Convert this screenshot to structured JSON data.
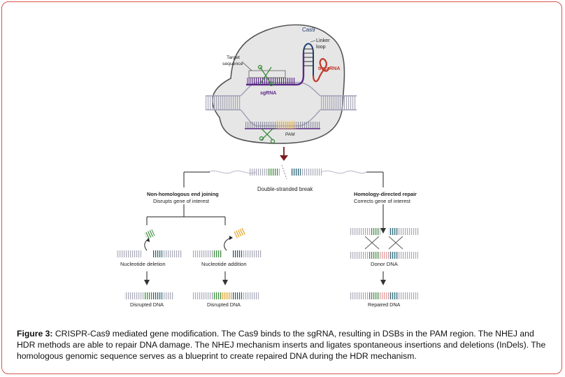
{
  "figure": {
    "labels": {
      "cas9": "Cas9",
      "linker_loop_line1": "Linker",
      "linker_loop_line2": "loop",
      "tracrrna": "tracrRNA",
      "target_sequence_line1": "Target",
      "target_sequence_line2": "sequence",
      "sgrna": "sgRNA",
      "pam": "PAM",
      "double_strand_break": "Double-stranded break",
      "nhej_title": "Non-homologous end joining",
      "nhej_subtitle": "Disrupts gene of interest",
      "hdr_title": "Homology-directed repair",
      "hdr_subtitle": "Corrects gene of interest",
      "nucleotide_deletion": "Nucleotide deletion",
      "nucleotide_addition": "Nucleotide addition",
      "donor_dna": "Donor DNA",
      "disrupted_dna_1": "Disrupted DNA",
      "disrupted_dna_2": "Disrupted DNA",
      "repaired_dna": "Repaired DNA"
    },
    "colors": {
      "cell": "#e6e6e6",
      "cell_border": "#555555",
      "dna": "#a0a0b8",
      "sgrna": "#5b2a86",
      "tracr": "#c0392b",
      "cut_arrow": "#7a1c1c",
      "green": "#3a8a3a",
      "teal": "#1f5f6f",
      "orange": "#e0a020",
      "pink": "#e8a0a0",
      "border": "#d9534f"
    }
  },
  "caption": {
    "label": "Figure 3:",
    "text": " CRISPR-Cas9 mediated gene modification. The Cas9 binds to the sgRNA, resulting in DSBs in the PAM region. The NHEJ and HDR methods are able to repair DNA damage. The NHEJ mechanism inserts and ligates spontaneous insertions and deletions (InDels). The homologous genomic sequence serves as a blueprint to create repaired DNA during the HDR mechanism."
  }
}
